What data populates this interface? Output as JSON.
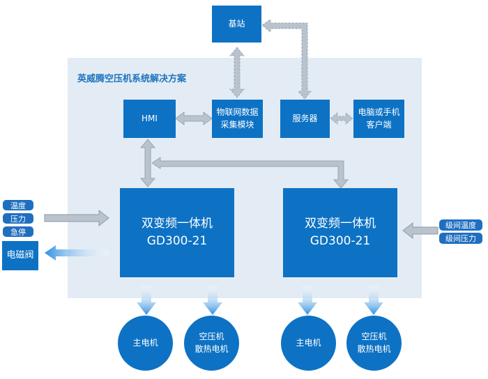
{
  "diagram": {
    "title": "英威腾空压机系统解决方案",
    "nodes": {
      "base_station": "基站",
      "hmi": "HMI",
      "iot": "物联网数据\n采集模块",
      "server": "服务器",
      "client": "电脑或手机\n客户端",
      "inverter_left": "双变频一体机\nGD300-21",
      "inverter_right": "双变频一体机\nGD300-21",
      "solenoid_valve": "电磁阀",
      "motor_main_left": "主电机",
      "motor_fan_left": "空压机\n散热电机",
      "motor_main_right": "主电机",
      "motor_fan_right": "空压机\n散热电机"
    },
    "left_inputs": [
      "温度",
      "压力",
      "急停"
    ],
    "right_inputs": [
      "级间温度",
      "级间压力"
    ]
  },
  "colors": {
    "box_blue": "#0d72c4",
    "pill_blue": "#1f6fc0",
    "panel_bg": "#e3ecf5",
    "title_blue": "#1e73be",
    "arrow_gray": "#b9c3cd",
    "arrow_blue": "#2f8fe0"
  }
}
